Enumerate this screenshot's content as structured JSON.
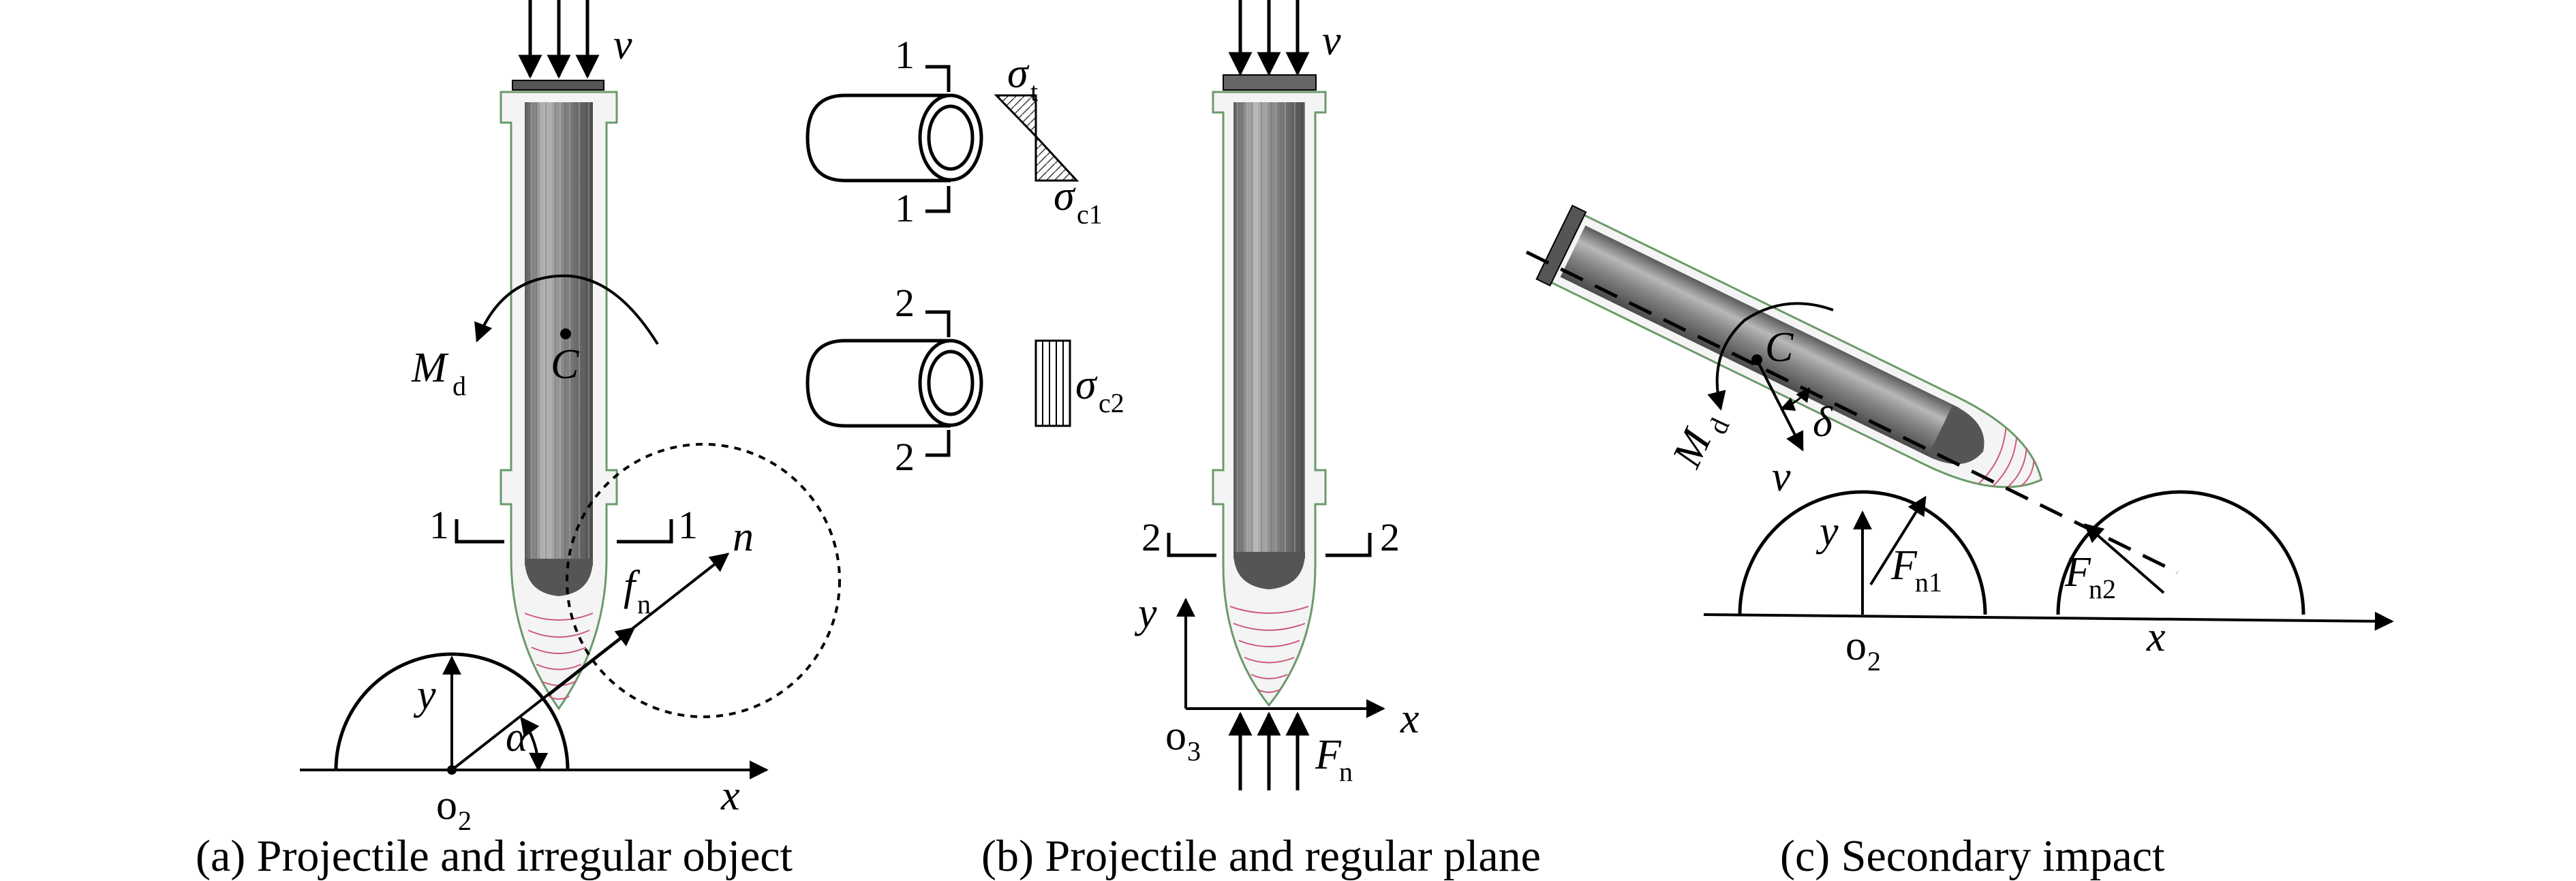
{
  "panels": {
    "a": {
      "caption": "(a) Projectile and irregular object",
      "velocity_label": "v",
      "moment_label": "M",
      "moment_sub": "d",
      "centroid_label": "C",
      "section_left": "1",
      "section_right": "1",
      "force_label": "f",
      "force_sub": "n",
      "normal_label": "n",
      "y_label": "y",
      "x_label": "x",
      "angle_label": "α",
      "origin_label": "o",
      "origin_sub": "2"
    },
    "b": {
      "caption": "(b) Projectile and regular plane",
      "velocity_label": "v",
      "section_left": "2",
      "section_right": "2",
      "y_label": "y",
      "x_label": "x",
      "origin_label": "o",
      "origin_sub": "3",
      "force_label": "F",
      "force_sub": "n"
    },
    "sections": {
      "s1_top": "1",
      "s1_bottom": "1",
      "sigma_t": "σ",
      "sigma_t_sub": "t",
      "sigma_c1": "σ",
      "sigma_c1_sub": "c1",
      "s2_top": "2",
      "s2_bottom": "2",
      "sigma_c2": "σ",
      "sigma_c2_sub": "c2"
    },
    "c": {
      "caption": "(c) Secondary impact",
      "centroid_label": "C",
      "delta_label": "δ",
      "moment_label": "M",
      "moment_sub": "d",
      "velocity_label": "v",
      "y_label": "y",
      "x_label": "x",
      "origin_label": "o",
      "origin_sub": "2",
      "force1_label": "F",
      "force1_sub": "n1",
      "force2_label": "F",
      "force2_sub": "n2"
    }
  },
  "colors": {
    "ink": "#000000",
    "body_fill": "#8f8f8f",
    "casing": "#6a9a6a",
    "wave": "#cc5a7a"
  }
}
